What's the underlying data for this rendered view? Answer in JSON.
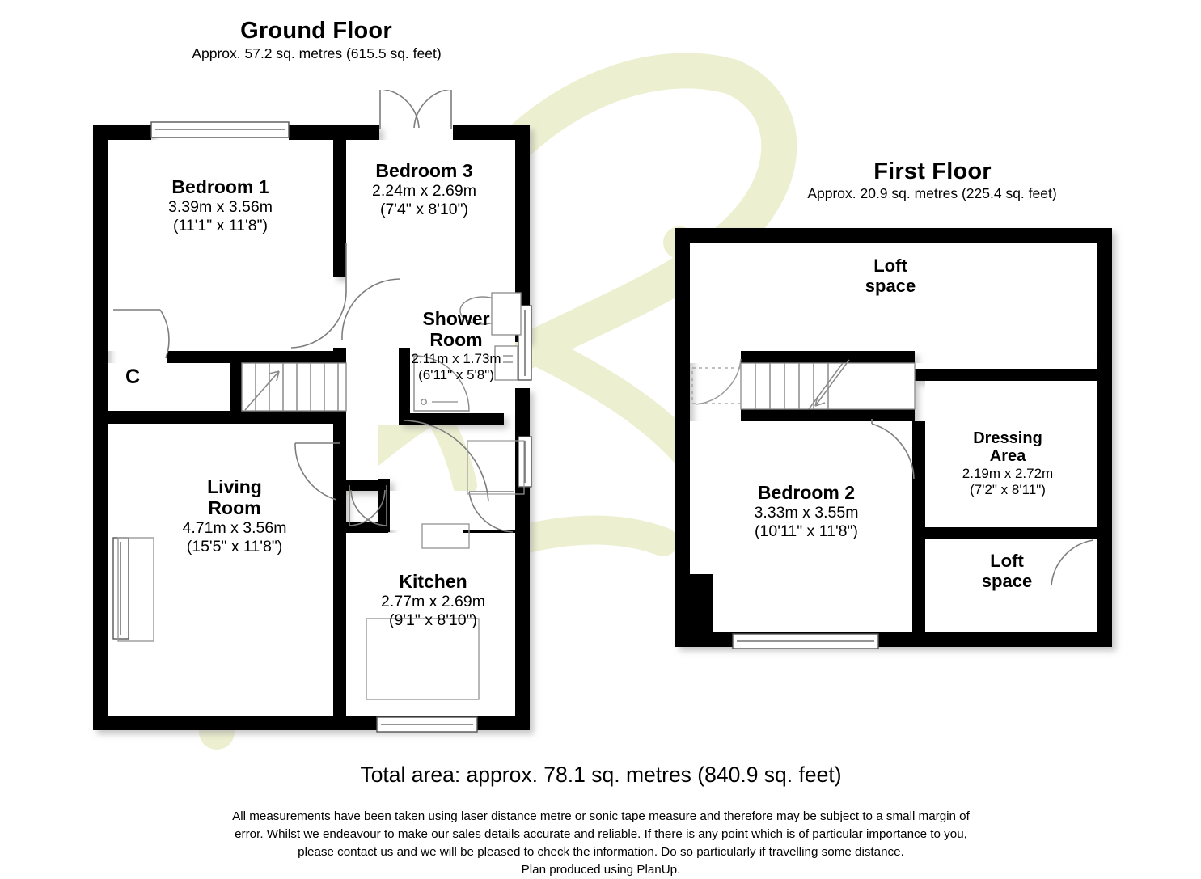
{
  "document": {
    "type": "floor-plan",
    "producer_note": "Plan produced using PlanUp.",
    "total_area": "Total area: approx. 78.1 sq. metres (840.9 sq. feet)",
    "disclaimer_line1": "All measurements have been taken using laser distance metre or sonic tape measure and therefore may be subject to a small margin of",
    "disclaimer_line2": "error. Whilst we endeavour to make our sales details accurate and reliable. If there is any point which is of particular importance to you,",
    "disclaimer_line3": "please contact us and we will be pleased to check the information. Do so particularly if travelling some distance.",
    "disclaimer_line4": "Plan produced using PlanUp."
  },
  "colors": {
    "wall": "#000000",
    "background": "#ffffff",
    "room_fill": "#ffffff",
    "watermark": "#eef0d2",
    "fixture_line": "#8a8a8a",
    "text": "#000000"
  },
  "floors": [
    {
      "id": "ground-floor",
      "title": "Ground Floor",
      "subtitle": "Approx. 57.2 sq. metres (615.5 sq. feet)",
      "rooms": [
        {
          "id": "bedroom-1",
          "name": "Bedroom 1",
          "dims_metric": "3.39m x 3.56m",
          "dims_imperial": "(11'1\" x 11'8\")"
        },
        {
          "id": "bedroom-3",
          "name": "Bedroom 3",
          "dims_metric": "2.24m x 2.69m",
          "dims_imperial": "(7'4\" x 8'10\")"
        },
        {
          "id": "shower-room",
          "name_line1": "Shower",
          "name_line2": "Room",
          "dims_metric": "2.11m x 1.73m",
          "dims_imperial": "(6'11\" x 5'8\")"
        },
        {
          "id": "living-room",
          "name_line1": "Living",
          "name_line2": "Room",
          "dims_metric": "4.71m x 3.56m",
          "dims_imperial": "(15'5\" x 11'8\")"
        },
        {
          "id": "kitchen",
          "name": "Kitchen",
          "dims_metric": "2.77m x 2.69m",
          "dims_imperial": "(9'1\" x 8'10\")"
        },
        {
          "id": "cupboard",
          "name": "C"
        }
      ]
    },
    {
      "id": "first-floor",
      "title": "First Floor",
      "subtitle": "Approx. 20.9 sq. metres (225.4 sq. feet)",
      "rooms": [
        {
          "id": "loft-space-top",
          "name_line1": "Loft",
          "name_line2": "space"
        },
        {
          "id": "dressing-area",
          "name_line1": "Dressing",
          "name_line2": "Area",
          "dims_metric": "2.19m x 2.72m",
          "dims_imperial": "(7'2\" x 8'11\")"
        },
        {
          "id": "bedroom-2",
          "name": "Bedroom 2",
          "dims_metric": "3.33m x 3.55m",
          "dims_imperial": "(10'11\" x 11'8\")"
        },
        {
          "id": "loft-space-bottom",
          "name_line1": "Loft",
          "name_line2": "space"
        }
      ]
    }
  ]
}
